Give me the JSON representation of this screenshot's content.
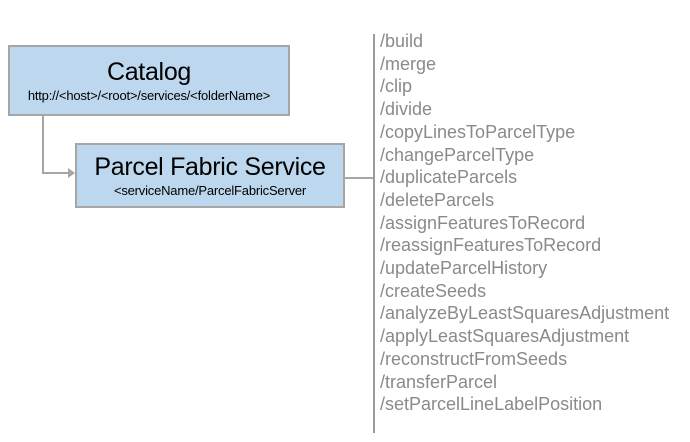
{
  "catalog": {
    "title": "Catalog",
    "subtitle": "http://<host>/<root>/services/<folderName>"
  },
  "service": {
    "title": "Parcel Fabric Service",
    "subtitle": "<serviceName/ParcelFabricServer"
  },
  "endpoints": [
    "/build",
    "/merge",
    "/clip",
    "/divide",
    "/copyLinesToParcelType",
    "/changeParcelType",
    "/duplicateParcels",
    "/deleteParcels",
    "/assignFeaturesToRecord",
    "/reassignFeaturesToRecord",
    "/updateParcelHistory",
    "/createSeeds",
    "/analyzeByLeastSquaresAdjustment",
    "/applyLeastSquaresAdjustment",
    "/reconstructFromSeeds",
    "/transferParcel",
    "/setParcelLineLabelPosition"
  ],
  "colors": {
    "box_fill": "#bdd7ee",
    "box_border": "#a6a6a6",
    "connector": "#a6a6a6",
    "endpoint_text": "#8a8a8a",
    "divider": "#9a9a9a",
    "title_text": "#000000"
  }
}
